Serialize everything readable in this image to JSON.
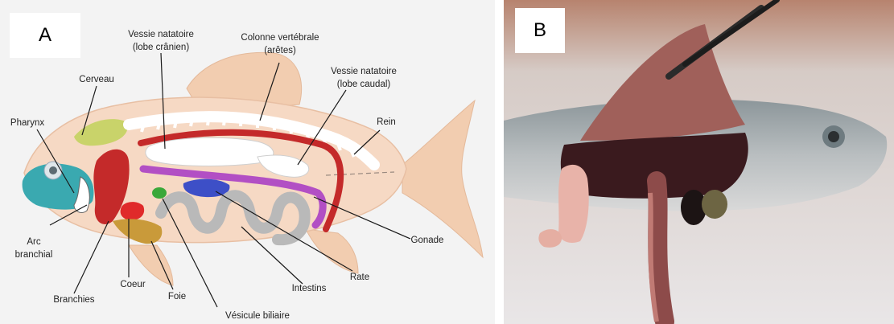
{
  "panels": {
    "a": {
      "tag": "A"
    },
    "b": {
      "tag": "B"
    }
  },
  "labels": {
    "vessie_cranien_1": "Vessie natatoire",
    "vessie_cranien_2": "(lobe crânien)",
    "colonne_1": "Colonne vertébrale",
    "colonne_2": "(arêtes)",
    "vessie_caudal_1": "Vessie natatoire",
    "vessie_caudal_2": "(lobe caudal)",
    "cerveau": "Cerveau",
    "pharynx": "Pharynx",
    "rein": "Rein",
    "arc_1": "Arc",
    "arc_2": "branchial",
    "gonade": "Gonade",
    "branchies": "Branchies",
    "coeur": "Coeur",
    "foie": "Foie",
    "intestins": "Intestins",
    "rate": "Rate",
    "vesicule": "Vésicule biliaire"
  },
  "colors": {
    "body": "#f6d9c4",
    "fins": "#f4cfb4",
    "bladder": "#ffffff",
    "bladder_wall": "#c42a2a",
    "gonad": "#b24fc4",
    "spleen": "#3d4fc7",
    "intestine": "#b9b9b9",
    "gills": "#c42a2a",
    "head": "#3aa9b0",
    "brain": "#c9d36a",
    "heart": "#e02a2a",
    "liver": "#c99a3a",
    "gallbladder": "#3aa83a"
  }
}
